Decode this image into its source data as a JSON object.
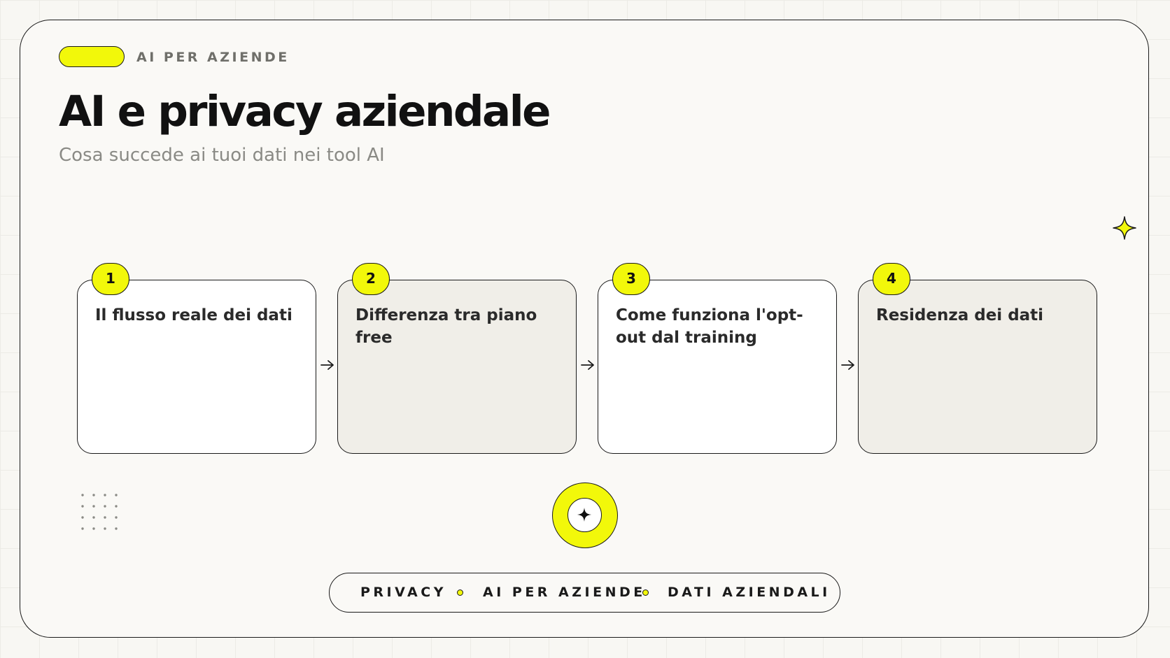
{
  "header": {
    "eyebrow": "AI PER AZIENDE",
    "title": "AI e privacy aziendale",
    "subtitle": "Cosa succede ai tuoi dati nei tool AI"
  },
  "steps": [
    {
      "number": "1",
      "label": "Il flusso reale dei dati"
    },
    {
      "number": "2",
      "label": "Differenza tra piano free"
    },
    {
      "number": "3",
      "label": "Come funziona l'opt-out dal training"
    },
    {
      "number": "4",
      "label": "Residenza dei dati"
    }
  ],
  "tags": [
    "PRIVACY",
    "AI PER AZIENDE",
    "DATI AZIENDALI"
  ],
  "icons": {
    "top_right": "sparkle-icon",
    "center_badge": "sparkle-icon",
    "decoration": "dot-grid",
    "step_connector": "arrow-right-icon"
  },
  "colors": {
    "accent": "#f2f80a",
    "ink": "#111111",
    "muted": "#8a8a85",
    "card_background": "#faf9f6",
    "step_alt_background": "#f0eee8"
  }
}
